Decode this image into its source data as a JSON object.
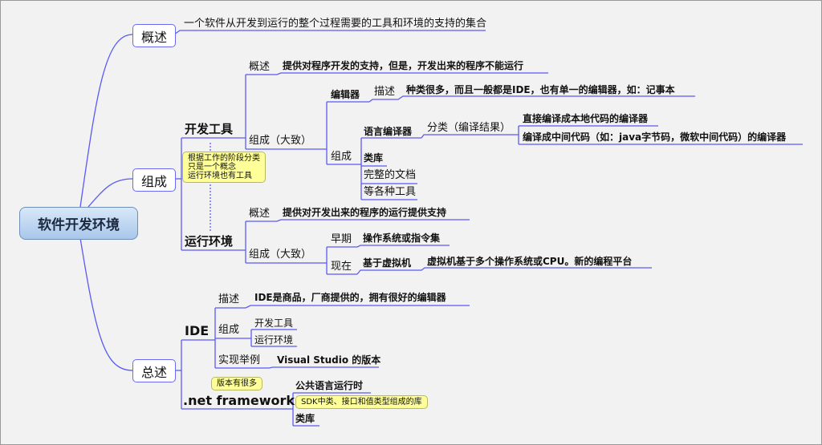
{
  "root": "软件开发环境",
  "overview": {
    "label": "概述",
    "text": "一个软件从开发到运行的整个过程需要的工具和环境的支持的集合"
  },
  "composition": {
    "label": "组成",
    "note": [
      "根据工作的阶段分类",
      "只是一个概念",
      "运行环境也有工具"
    ],
    "devtools": {
      "label": "开发工具",
      "overview_label": "概述",
      "overview_text": "提供对程序开发的支持，但是，开发出来的程序不能运行",
      "parts_label": "组成（大致）",
      "editor": {
        "label": "编辑器",
        "desc_label": "描述",
        "desc": "种类很多，而且一般都是IDE，也有单一的编辑器，如：记事本"
      },
      "comp_label": "组成",
      "compiler": {
        "label": "语言编译器",
        "class_label": "分类（编译结果）",
        "types": [
          "直接编译成本地代码的编译器",
          "编译成中间代码（如：java字节码，微软中间代码）的编译器"
        ]
      },
      "others": [
        "类库",
        "完整的文档",
        "等各种工具"
      ]
    },
    "runtime": {
      "label": "运行环境",
      "overview_label": "概述",
      "overview_text": "提供对开发出来的程序的运行提供支持",
      "parts_label": "组成（大致）",
      "early_label": "早期",
      "early_text": "操作系统或指令集",
      "now_label": "现在",
      "now_node": "基于虚拟机",
      "now_text": "虚拟机基于多个操作系统或CPU。新的编程平台"
    }
  },
  "summary": {
    "label": "总述",
    "ide": {
      "label": "IDE",
      "desc_label": "描述",
      "desc": "IDE是商品，厂商提供的，拥有很好的编辑器",
      "comp_label": "组成",
      "comp": [
        "开发工具",
        "运行环境"
      ],
      "example_label": "实现举例",
      "example": "Visual Studio 的版本"
    },
    "net": {
      "label": ".net framework",
      "note": "版本有很多",
      "clr": "公共语言运行时",
      "lib_note": "SDK中类、接口和值类型组成的库",
      "lib": "类库"
    }
  }
}
